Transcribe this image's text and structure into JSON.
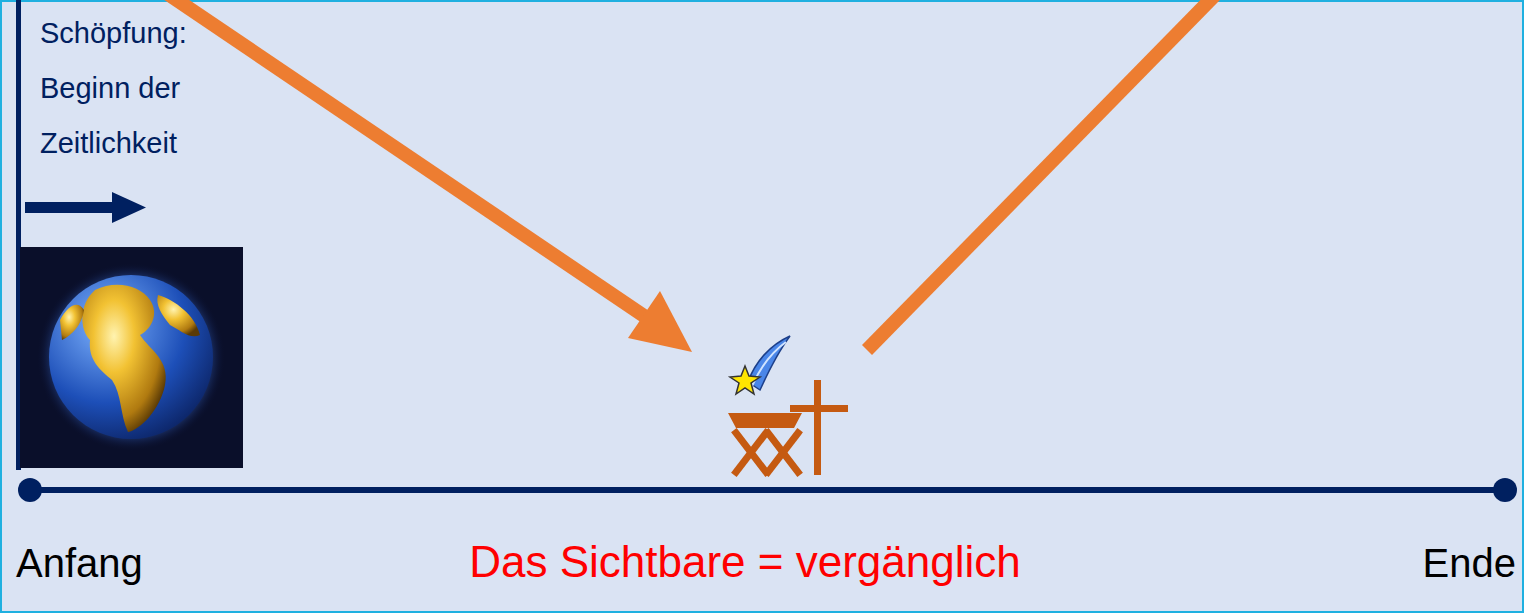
{
  "diagram": {
    "labels": [
      "Schöpfung: Beginn der Zeitlichkeit",
      "Anfang",
      "Das Sichtbare = vergänglich",
      "Ende"
    ]
  }
}
